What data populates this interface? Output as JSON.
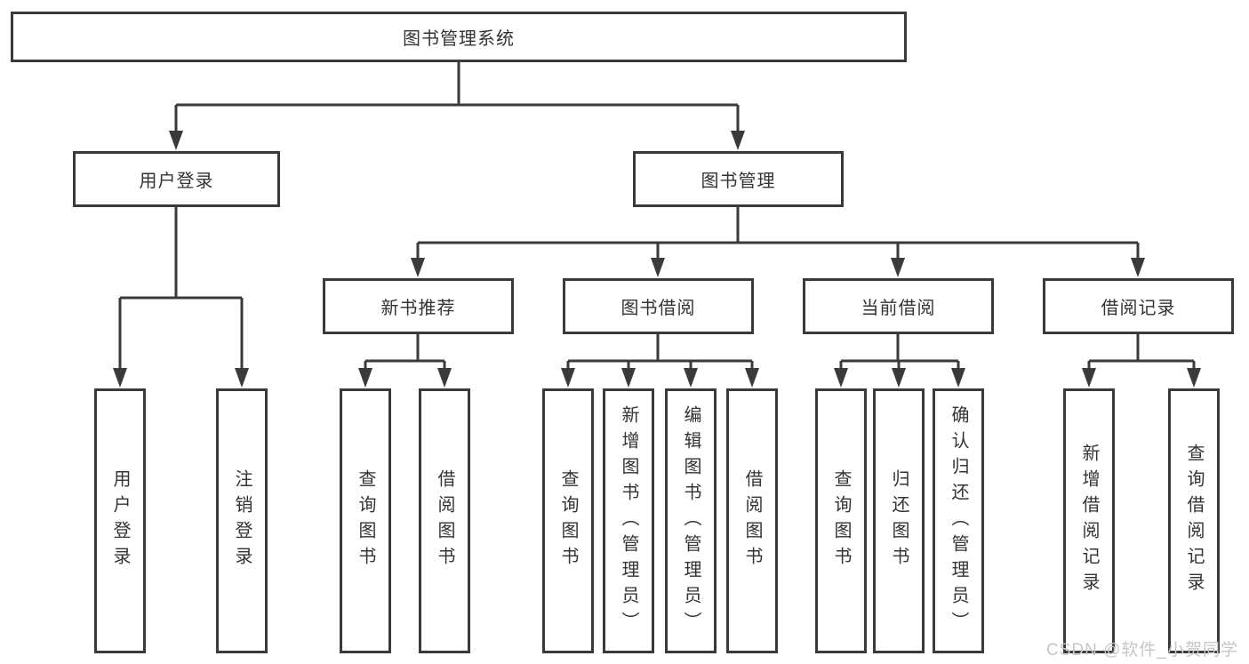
{
  "diagram": {
    "tree": {
      "label": "图书管理系统",
      "children": [
        {
          "label": "用户登录",
          "children": [
            {
              "label": "用户登录"
            },
            {
              "label": "注销登录"
            }
          ]
        },
        {
          "label": "图书管理",
          "children": [
            {
              "label": "新书推荐",
              "children": [
                {
                  "label": "查询图书"
                },
                {
                  "label": "借阅图书"
                }
              ]
            },
            {
              "label": "图书借阅",
              "children": [
                {
                  "label": "查询图书"
                },
                {
                  "label": "新增图书（管理员）"
                },
                {
                  "label": "编辑图书（管理员）"
                },
                {
                  "label": "借阅图书"
                }
              ]
            },
            {
              "label": "当前借阅",
              "children": [
                {
                  "label": "查询图书"
                },
                {
                  "label": "归还图书"
                },
                {
                  "label": "确认归还（管理员）"
                }
              ]
            },
            {
              "label": "借阅记录",
              "children": [
                {
                  "label": "新增借阅记录"
                },
                {
                  "label": "查询借阅记录"
                }
              ]
            }
          ]
        }
      ]
    },
    "watermark": "CSDN @软件_小贺同学",
    "colors": {
      "line": "#3a3a3a",
      "box_border": "#3a3a3a",
      "text": "#333333",
      "watermark": "#c6c6c6",
      "background": "#ffffff"
    }
  }
}
